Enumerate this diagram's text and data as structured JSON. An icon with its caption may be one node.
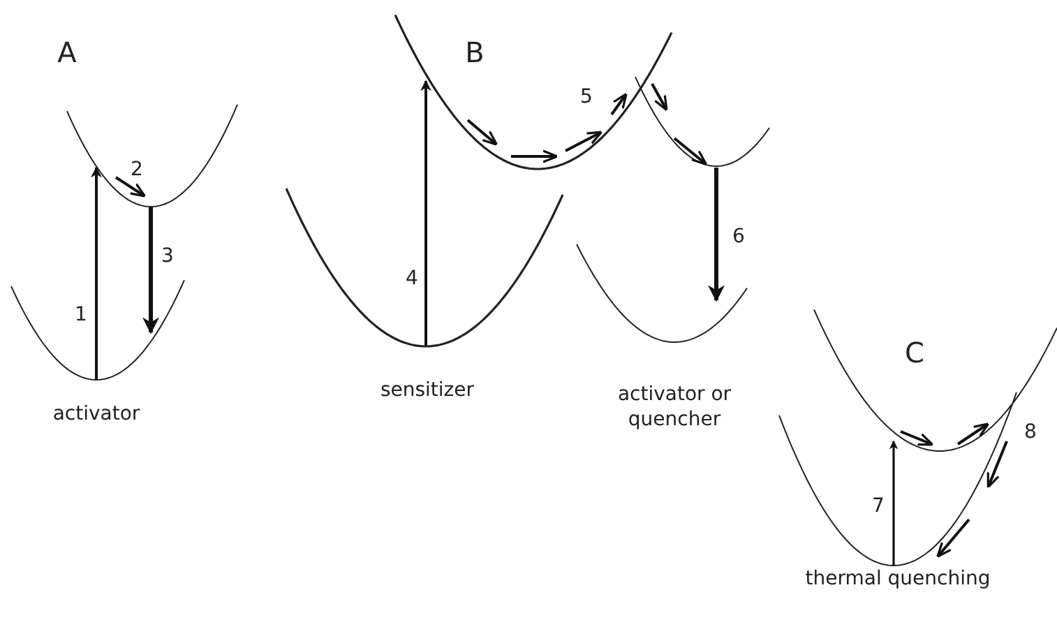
{
  "diagram": {
    "labels": [
      "A",
      "1",
      "2",
      "3",
      "activator",
      "B",
      "4",
      "5",
      "6",
      "sensitizer",
      "activator or quencher",
      "C",
      "7",
      "8",
      "thermal quenching"
    ]
  }
}
